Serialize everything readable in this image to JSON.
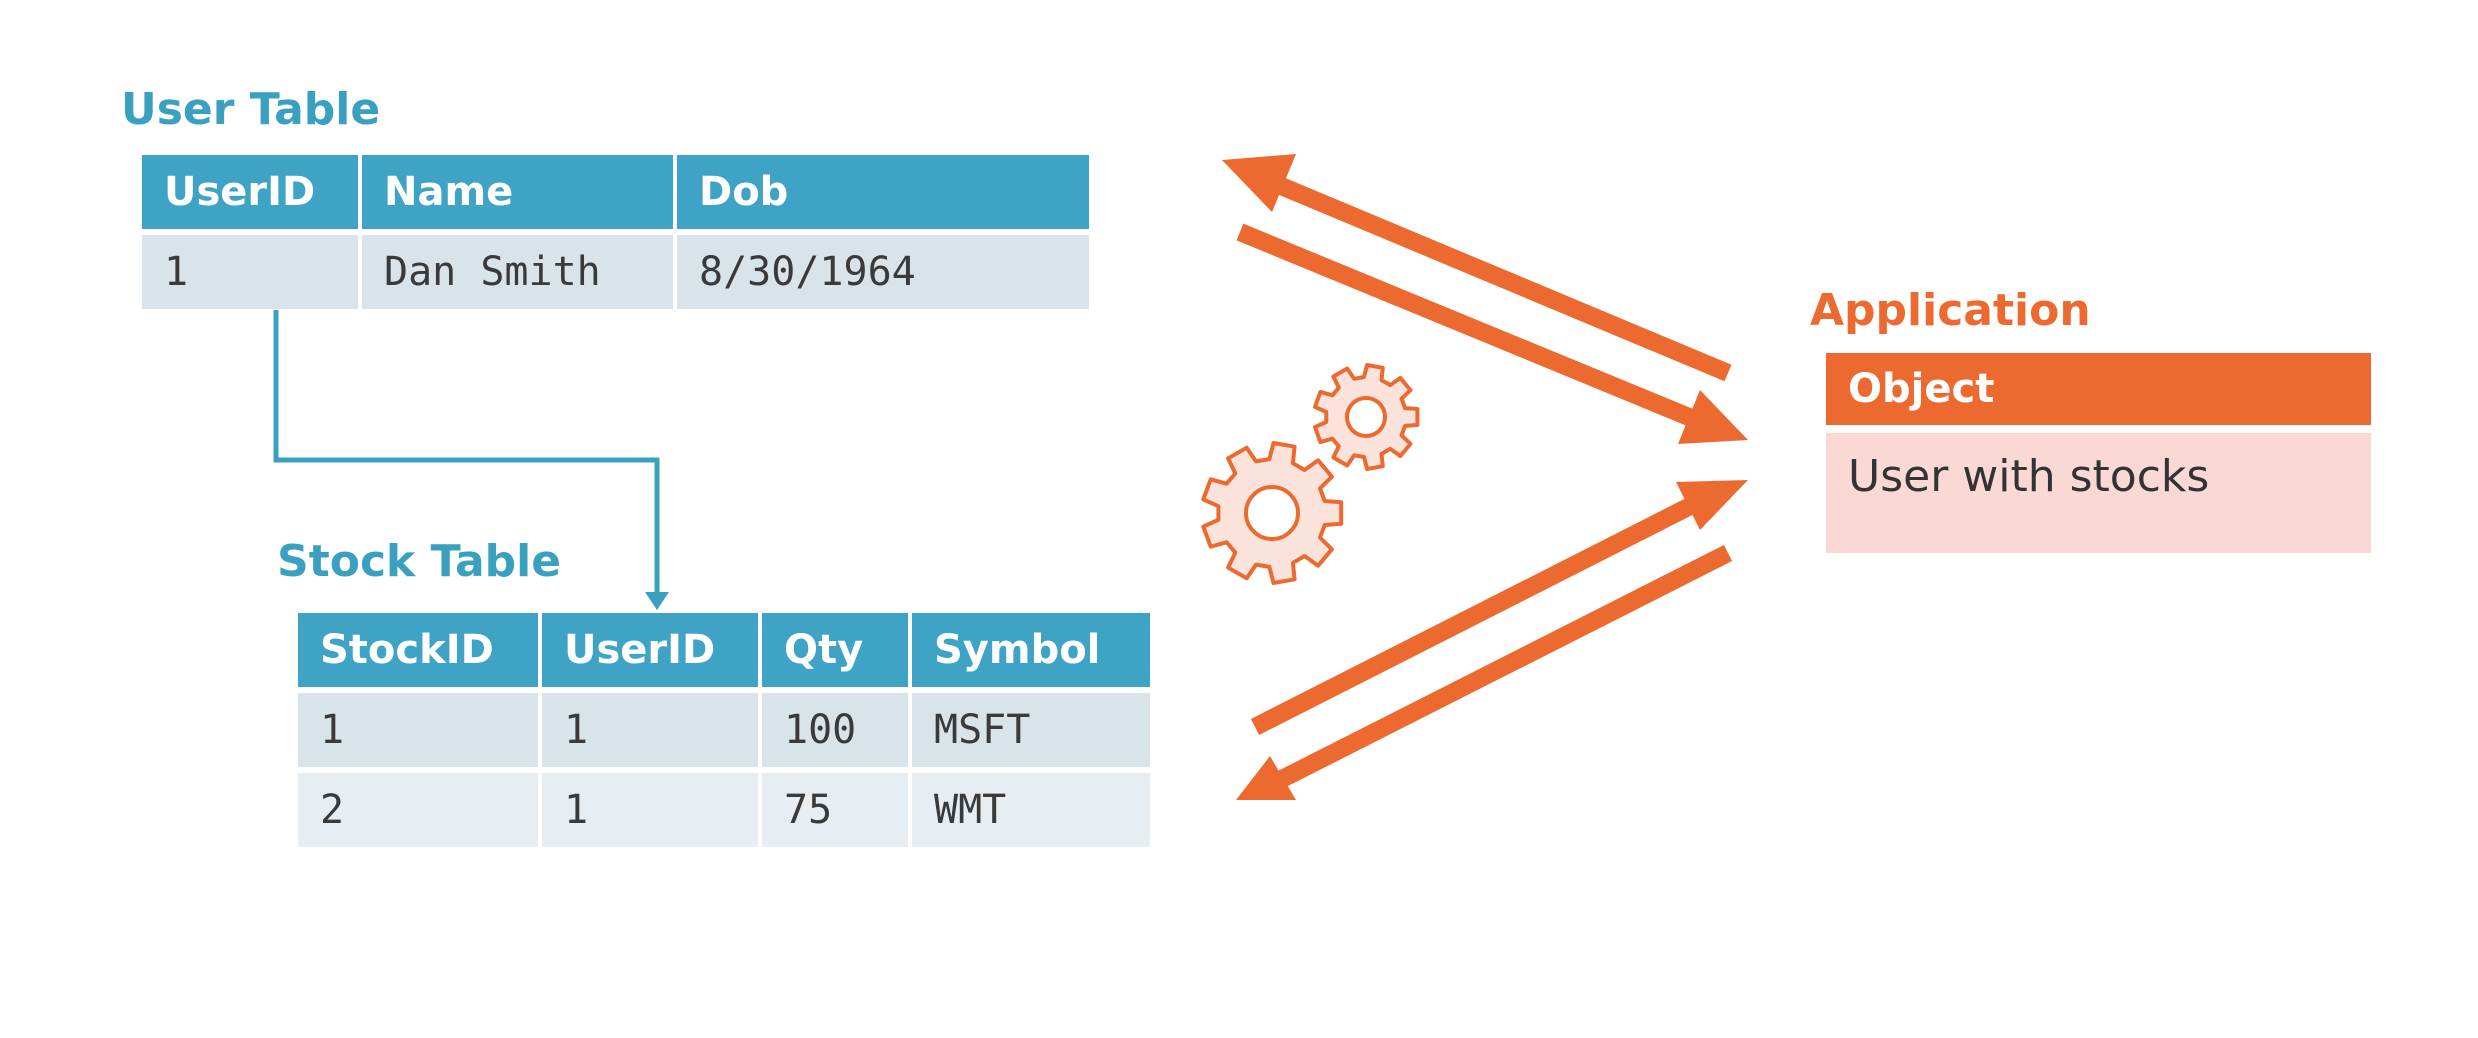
{
  "user_table": {
    "title": "User Table",
    "headers": [
      "UserID",
      "Name",
      "Dob"
    ],
    "rows": [
      [
        "1",
        "Dan Smith",
        "8/30/1964"
      ]
    ]
  },
  "stock_table": {
    "title": "Stock Table",
    "headers": [
      "StockID",
      "UserID",
      "Qty",
      "Symbol"
    ],
    "rows": [
      [
        "1",
        "1",
        "100",
        "MSFT"
      ],
      [
        "2",
        "1",
        "75",
        "WMT"
      ]
    ]
  },
  "application": {
    "title": "Application",
    "object_label": "Object",
    "object_value": "User with stocks"
  },
  "colors": {
    "table_accent": "#3ea3c4",
    "app_accent": "#ec6a2f"
  },
  "icons": [
    "gear-icon",
    "arrow-icon",
    "connector-arrow"
  ]
}
